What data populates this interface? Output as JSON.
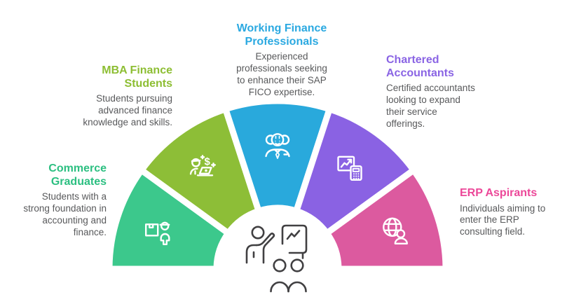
{
  "page": {
    "background": "#ffffff",
    "description_color": "#58595B"
  },
  "segments": [
    {
      "id": "commerce-graduates",
      "title": "Commerce\nGraduates",
      "description": "Students with a\nstrong foundation in\naccounting and\nfinance.",
      "color": "#3CC88C",
      "title_color": "#2CBF81",
      "icon": "worker-package-icon"
    },
    {
      "id": "mba-finance-students",
      "title": "MBA Finance\nStudents",
      "description": "Students pursuing\nadvanced finance\nknowledge and skills.",
      "color": "#8DBE37",
      "title_color": "#8DBE33",
      "icon": "student-laptop-dollar-icon"
    },
    {
      "id": "working-finance-professionals",
      "title": "Working Finance\nProfessionals",
      "description": "Experienced\nprofessionals seeking\nto enhance their SAP\nFICO expertise.",
      "color": "#29A9DC",
      "title_color": "#2BA9E1",
      "icon": "professor-person-icon"
    },
    {
      "id": "chartered-accountants",
      "title": "Chartered\nAccountants",
      "description": "Certified accountants\nlooking to expand\ntheir service\nofferings.",
      "color": "#8A62E3",
      "title_color": "#8A64E4",
      "icon": "chart-calculator-icon"
    },
    {
      "id": "erp-aspirants",
      "title": "ERP Aspirants",
      "description": "Individuals aiming to\nenter the ERP\nconsulting field.",
      "color": "#DC5A9F",
      "title_color": "#EC4899",
      "icon": "globe-user-icon"
    }
  ],
  "center": {
    "icon": "trainer-presentation-icon",
    "stroke_color": "#414042"
  }
}
